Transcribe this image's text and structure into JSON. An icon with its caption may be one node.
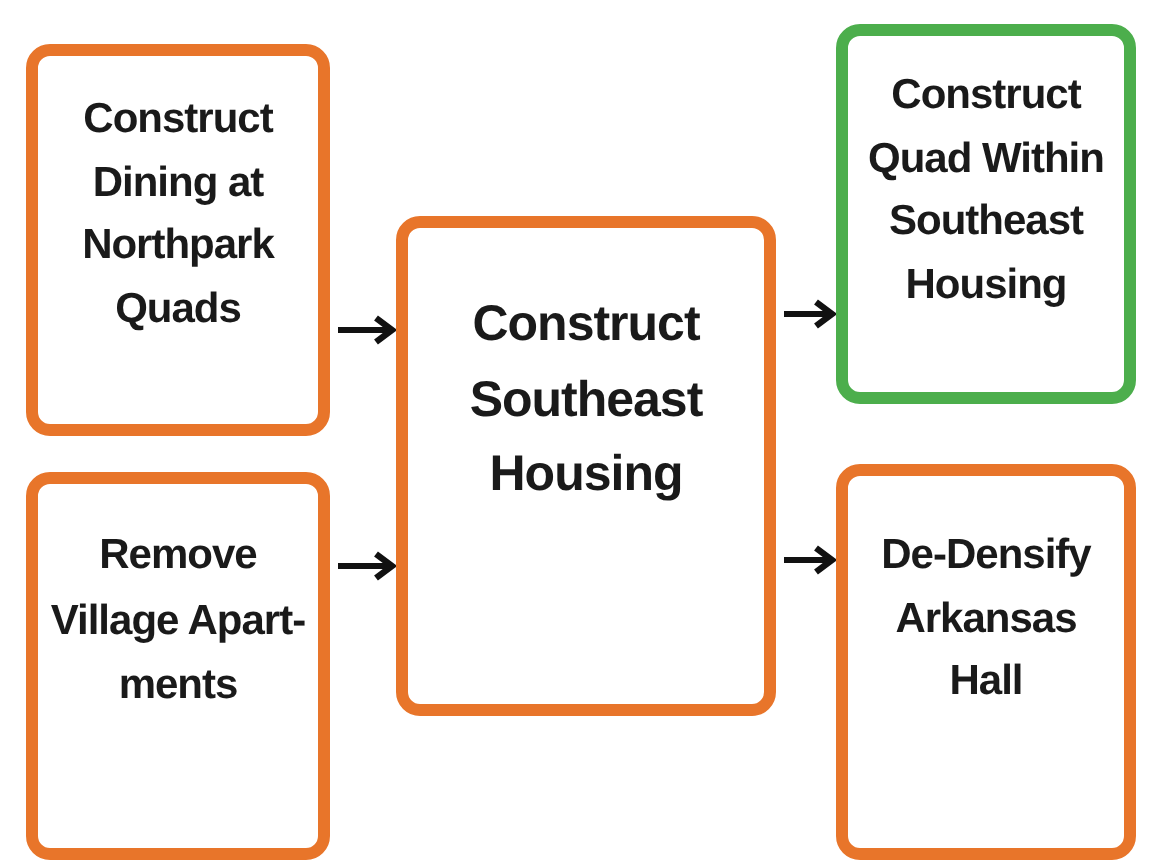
{
  "diagram": {
    "nodes": [
      {
        "text": [
          "Construct Dining at Northpark Quads"
        ]
      },
      {
        "text": [
          "Remove Village Apart- ments"
        ]
      },
      {
        "text": [
          "Construct Southeast Housing"
        ]
      },
      {
        "text": [
          "Construct Quad Within Southeast Housing"
        ]
      },
      {
        "text": [
          "De-Densify Arkansas Hall"
        ]
      }
    ],
    "edges": [
      {
        "from": 0,
        "to": 2,
        "arrow": "to"
      },
      {
        "from": 1,
        "to": 2,
        "arrow": "to"
      },
      {
        "from": 2,
        "to": 3,
        "arrow": "to"
      },
      {
        "from": 2,
        "to": 4,
        "arrow": "to"
      }
    ]
  }
}
